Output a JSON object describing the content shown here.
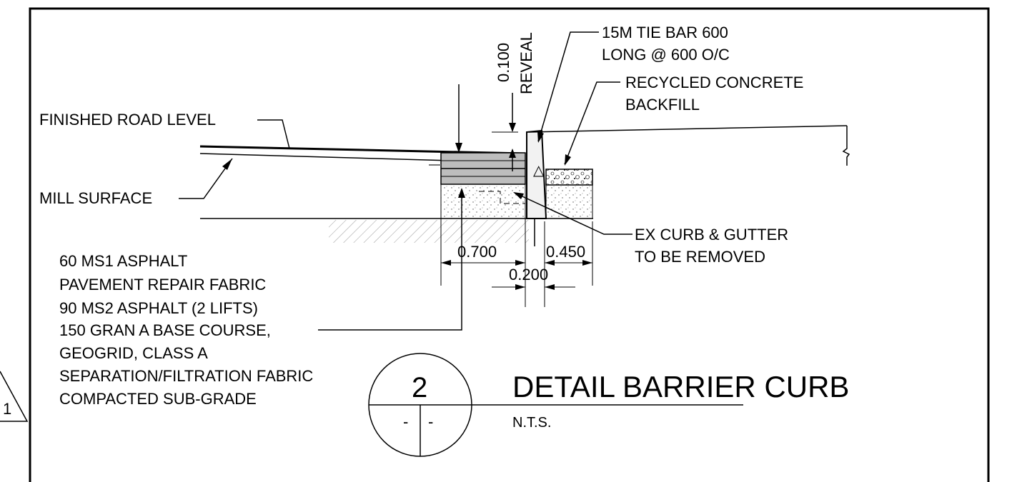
{
  "drawing": {
    "title": "DETAIL BARRIER CURB",
    "scale_note": "N.T.S.",
    "detail_number": "2",
    "sheet_ref_left": "-",
    "sheet_ref_right": "-",
    "rev_mark": "1"
  },
  "callouts": {
    "finished_road_level": "FINISHED ROAD LEVEL",
    "mill_surface": "MILL SURFACE",
    "reveal_value": "0.100",
    "reveal_label": "REVEAL",
    "tie_bar_line1": "15M TIE BAR 600",
    "tie_bar_line2": "LONG @ 600 O/C",
    "backfill_line1": "RECYCLED CONCRETE",
    "backfill_line2": "BACKFILL",
    "ex_curb_line1": "EX CURB & GUTTER",
    "ex_curb_line2": "TO BE REMOVED"
  },
  "layers": [
    "60 MS1 ASPHALT",
    "PAVEMENT REPAIR FABRIC",
    "90 MS2 ASPHALT (2 LIFTS)",
    "150 GRAN A BASE COURSE,",
    "GEOGRID, CLASS A",
    "SEPARATION/FILTRATION FABRIC",
    "COMPACTED SUB-GRADE"
  ],
  "dimensions": {
    "pavement_width": "0.700",
    "curb_width": "0.200",
    "backfill_width": "0.450"
  }
}
